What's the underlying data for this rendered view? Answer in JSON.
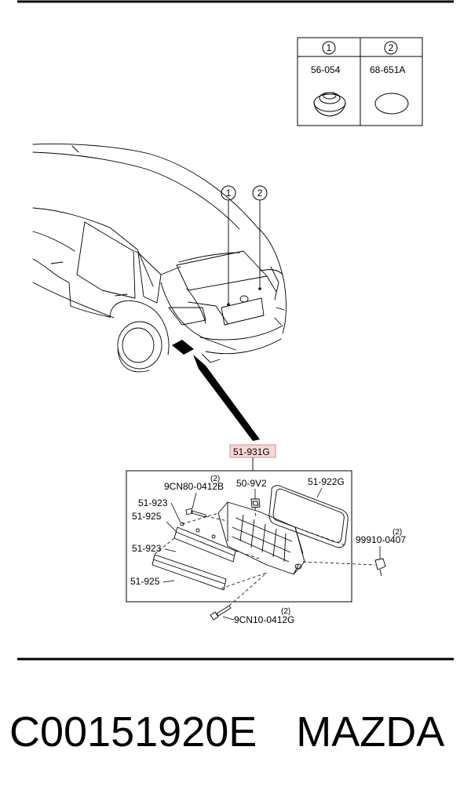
{
  "legend": {
    "col1_marker": "1",
    "col2_marker": "2",
    "col1_part": "56-054",
    "col2_part": "68-651A"
  },
  "callouts": {
    "car_marker_1": "1",
    "car_marker_2": "2",
    "assembly": "51-931G"
  },
  "parts": {
    "screw_top": "9CN80-0412B",
    "screw_top_qty": "(2)",
    "p51_923_a": "51-923",
    "p51_925_a": "51-925",
    "p51_923_b": "51-923",
    "p51_925_b": "51-925",
    "p50_9v2": "50-9V2",
    "gasket": "51-922G",
    "clip": "99910-0407",
    "clip_qty": "(2)",
    "screw_bottom": "9CN10-0412G",
    "screw_bottom_qty": "(2)"
  },
  "footer": {
    "code": "C00151920E",
    "brand": "MAZDA"
  }
}
